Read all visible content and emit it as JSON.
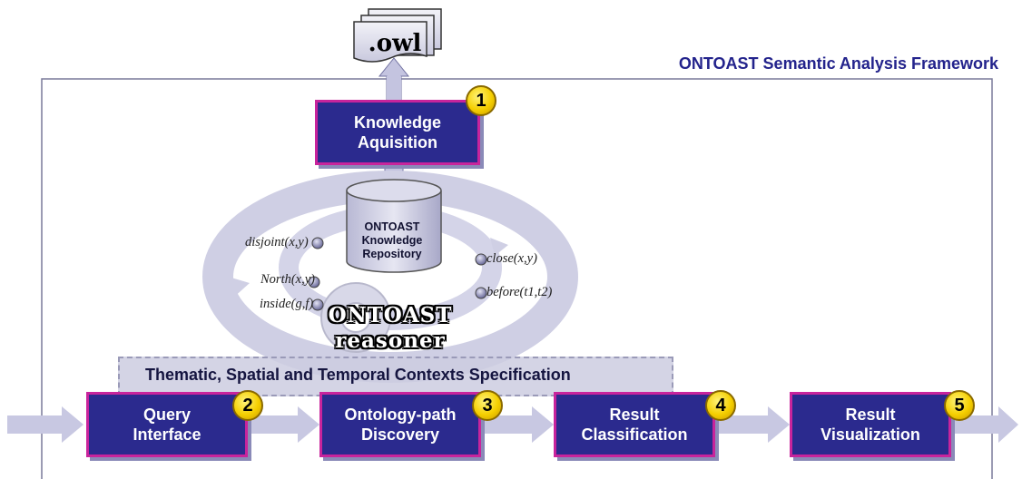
{
  "frame_title": "ONTOAST Semantic Analysis Framework",
  "owl_label": ".owl",
  "knowledge_box": {
    "line1": "Knowledge",
    "line2": "Aquisition",
    "step": "1"
  },
  "repository": {
    "line1": "ONTOAST",
    "line2": "Knowledge",
    "line3": "Repository"
  },
  "reasoner": {
    "line1": "ONTOAST",
    "line2": "reasoner"
  },
  "relations": {
    "disjoint": "disjoint(x,y)",
    "north": "North(x,y)",
    "inside": "inside(g,f)",
    "close": "close(x,y)",
    "before": "before(t1,t2)"
  },
  "context_spec": "Thematic, Spatial and Temporal Contexts Specification",
  "pipeline": [
    {
      "line1": "Query",
      "line2": "Interface",
      "step": "2"
    },
    {
      "line1": "Ontology-path",
      "line2": "Discovery",
      "step": "3"
    },
    {
      "line1": "Result",
      "line2": "Classification",
      "step": "4"
    },
    {
      "line1": "Result",
      "line2": "Visualization",
      "step": "5"
    }
  ],
  "colors": {
    "box_fill": "#2b2a8e",
    "box_border": "#c8249c",
    "arrow": "#c4c4e0",
    "title": "#23238c",
    "badge": "#f5cf00"
  }
}
